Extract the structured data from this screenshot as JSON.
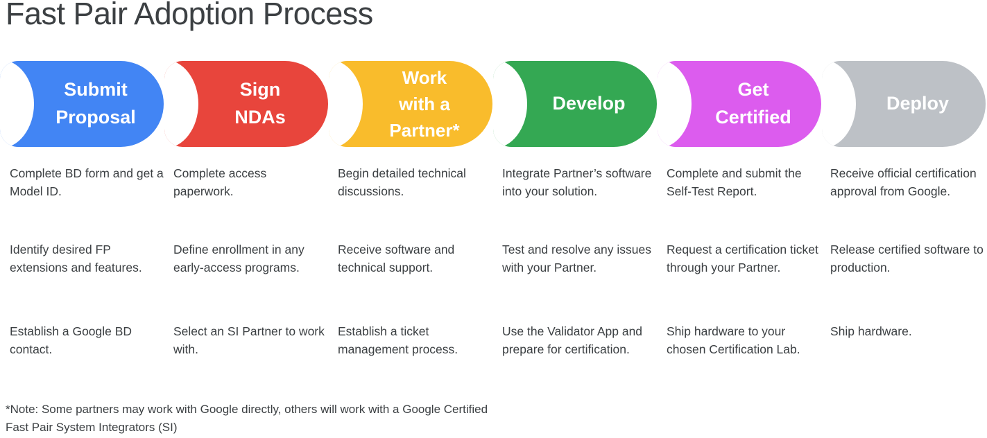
{
  "page": {
    "title": "Fast Pair Adoption Process",
    "background": "#ffffff",
    "text_color": "#3c4043"
  },
  "stages": [
    {
      "id": "submit-proposal",
      "label": "Submit\nProposal",
      "color": "#4285F4",
      "label_color": "#ffffff",
      "items": [
        "Complete BD form and get a Model ID.",
        "Identify desired FP extensions and features.",
        "Establish a Google BD contact."
      ]
    },
    {
      "id": "sign-ndas",
      "label": "Sign\nNDAs",
      "color": "#E8453C",
      "label_color": "#ffffff",
      "items": [
        "Complete access paperwork.",
        "Define enrollment in any early-access programs.",
        "Select an SI Partner to work with."
      ]
    },
    {
      "id": "work-with-a-partner",
      "label": "Work\nwith a\nPartner*",
      "color": "#F9BC2C",
      "label_color": "#ffffff",
      "items": [
        "Begin detailed technical discussions.",
        "Receive software and technical support.",
        "Establish a ticket management process."
      ]
    },
    {
      "id": "develop",
      "label": "Develop",
      "color": "#34A853",
      "label_color": "#ffffff",
      "items": [
        "Integrate Partner’s software into your solution.",
        "Test and resolve any issues with your Partner.",
        "Use the Validator App and prepare for certification."
      ]
    },
    {
      "id": "get-certified",
      "label": "Get\nCertified",
      "color": "#DC5CEE",
      "label_color": "#ffffff",
      "items": [
        "Complete and submit the Self-Test Report.",
        "Request a certification ticket through your Partner.",
        "Ship hardware to your chosen Certification Lab."
      ]
    },
    {
      "id": "deploy",
      "label": "Deploy",
      "color": "#BDC1C6",
      "label_color": "#ffffff",
      "items": [
        "Receive official certification approval from Google.",
        "Release certified software to production.",
        "Ship hardware."
      ]
    }
  ],
  "footnote": "*Note: Some partners may work with Google directly, others will work with a Google Certified Fast Pair System Integrators (SI)"
}
